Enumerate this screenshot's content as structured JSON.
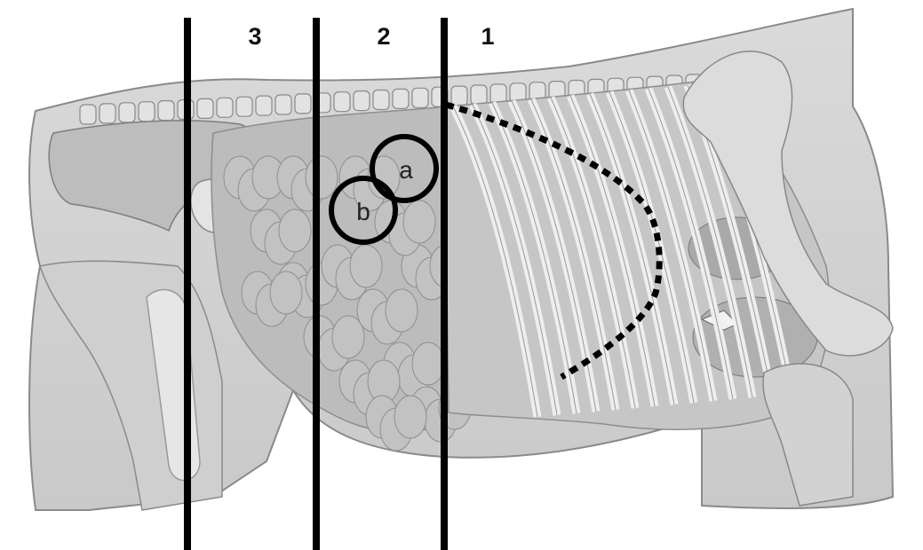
{
  "zone_labels": {
    "zone3": "3",
    "zone2": "2",
    "zone1": "1"
  },
  "circle_labels": {
    "a": "a",
    "b": "b"
  },
  "colors": {
    "body_fill": "#d6d6d6",
    "body_outline": "#8a8a8a",
    "ink": "#000000",
    "intestine": "#c2c2c2",
    "rib": "#eeeeee",
    "organ_dark": "#5e5e5e"
  }
}
